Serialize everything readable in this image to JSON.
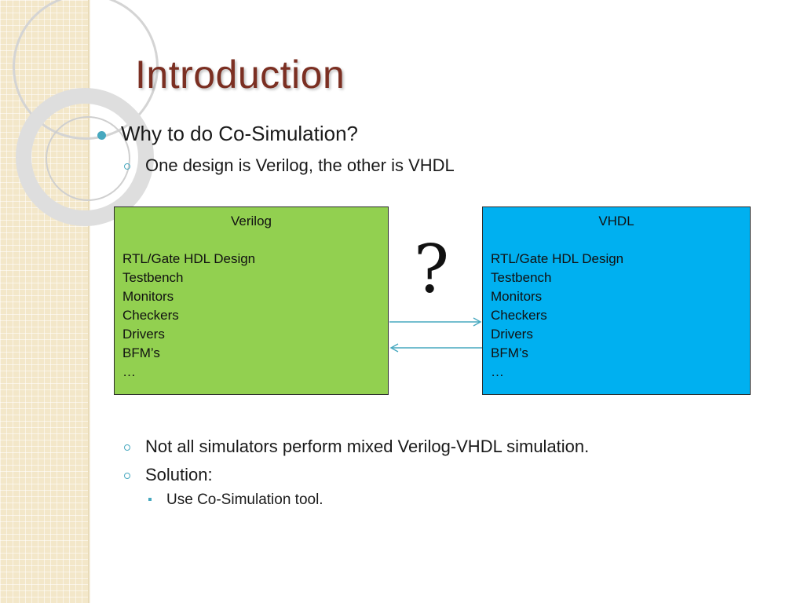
{
  "slide": {
    "title": "Introduction",
    "bullets": [
      {
        "text": "Why to do Co-Simulation?",
        "sub": [
          {
            "text": "One design is Verilog, the other is VHDL"
          }
        ]
      }
    ],
    "diagram": {
      "verilog": {
        "title": "Verilog",
        "items": [
          "RTL/Gate HDL Design",
          "Testbench",
          "Monitors",
          "Checkers",
          "Drivers",
          "BFM’s",
          "…"
        ],
        "color": "#92d050"
      },
      "vhdl": {
        "title": "VHDL",
        "items": [
          "RTL/Gate HDL Design",
          "Testbench",
          "Monitors",
          "Checkers",
          "Drivers",
          "BFM’s",
          "…"
        ],
        "color": "#00b0f0"
      },
      "question_mark": "?",
      "arrow_color": "#47a8bf"
    },
    "bullets_after": [
      {
        "text": "Not all simulators perform mixed Verilog-VHDL simulation."
      },
      {
        "text": "Solution:",
        "sub": [
          {
            "text": "Use Co-Simulation tool."
          }
        ]
      }
    ],
    "colors": {
      "title": "#7b2f22",
      "bullet_accent": "#47a8bf",
      "side_panel": "#f3e7c9"
    }
  }
}
